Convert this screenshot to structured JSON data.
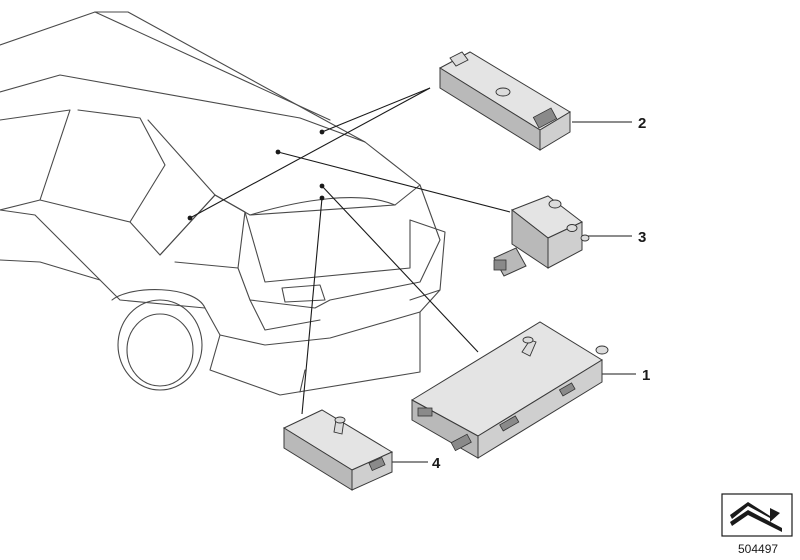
{
  "diagram": {
    "callouts": [
      {
        "id": "1",
        "label": "1"
      },
      {
        "id": "2",
        "label": "2"
      },
      {
        "id": "3",
        "label": "3"
      },
      {
        "id": "4",
        "label": "4"
      }
    ],
    "reference_number": "504497",
    "icon": "direction-arrow-icon"
  }
}
